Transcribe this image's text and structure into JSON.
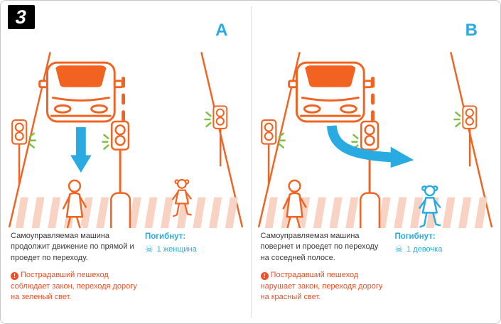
{
  "page": {
    "badge": "3"
  },
  "colors": {
    "orange": "#F26322",
    "blue": "#29ABE2",
    "green": "#7AC143",
    "crosswalk_pink": "#F8D3C3",
    "warning_red": "#F04E23"
  },
  "icons": {
    "skull": "☠",
    "warning": "!"
  },
  "panels": [
    {
      "letter": "A",
      "description": "Самоуправляемая машина продолжит движение по прямой и проедет по переходу.",
      "deaths": {
        "label": "Погибнут:",
        "value": "1 женщина"
      },
      "warning": "Пострадавший пешеход соблюдает закон, переходя дорогу на зеленый свет."
    },
    {
      "letter": "B",
      "description": "Самоуправляемая машина повернет и проедет по переходу на соседней полосе.",
      "deaths": {
        "label": "Погибнут:",
        "value": "1 девочка"
      },
      "warning": "Пострадавший пешеход нарушает закон, переходя дорогу на красный свет."
    }
  ]
}
